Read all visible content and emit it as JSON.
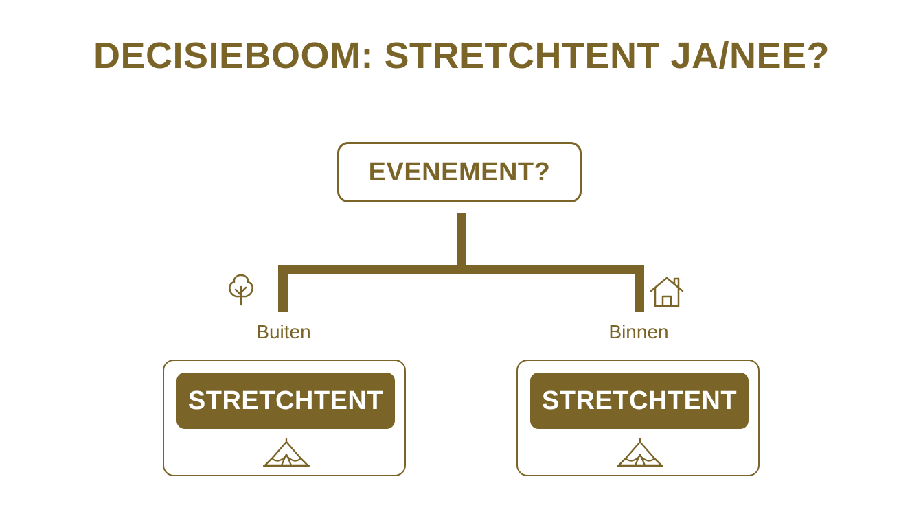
{
  "title": "DECISIEBOOM: STRETCHTENT JA/NEE?",
  "root": {
    "label": "EVENEMENT?"
  },
  "branches": [
    {
      "label": "Buiten",
      "icon": "tree-icon",
      "outcome": {
        "label": "STRETCHTENT",
        "icon": "tent-icon"
      }
    },
    {
      "label": "Binnen",
      "icon": "house-icon",
      "outcome": {
        "label": "STRETCHTENT",
        "icon": "tent-icon"
      }
    }
  ],
  "colors": {
    "accent": "#7a6427",
    "background": "#ffffff",
    "pill_text": "#ffffff"
  }
}
